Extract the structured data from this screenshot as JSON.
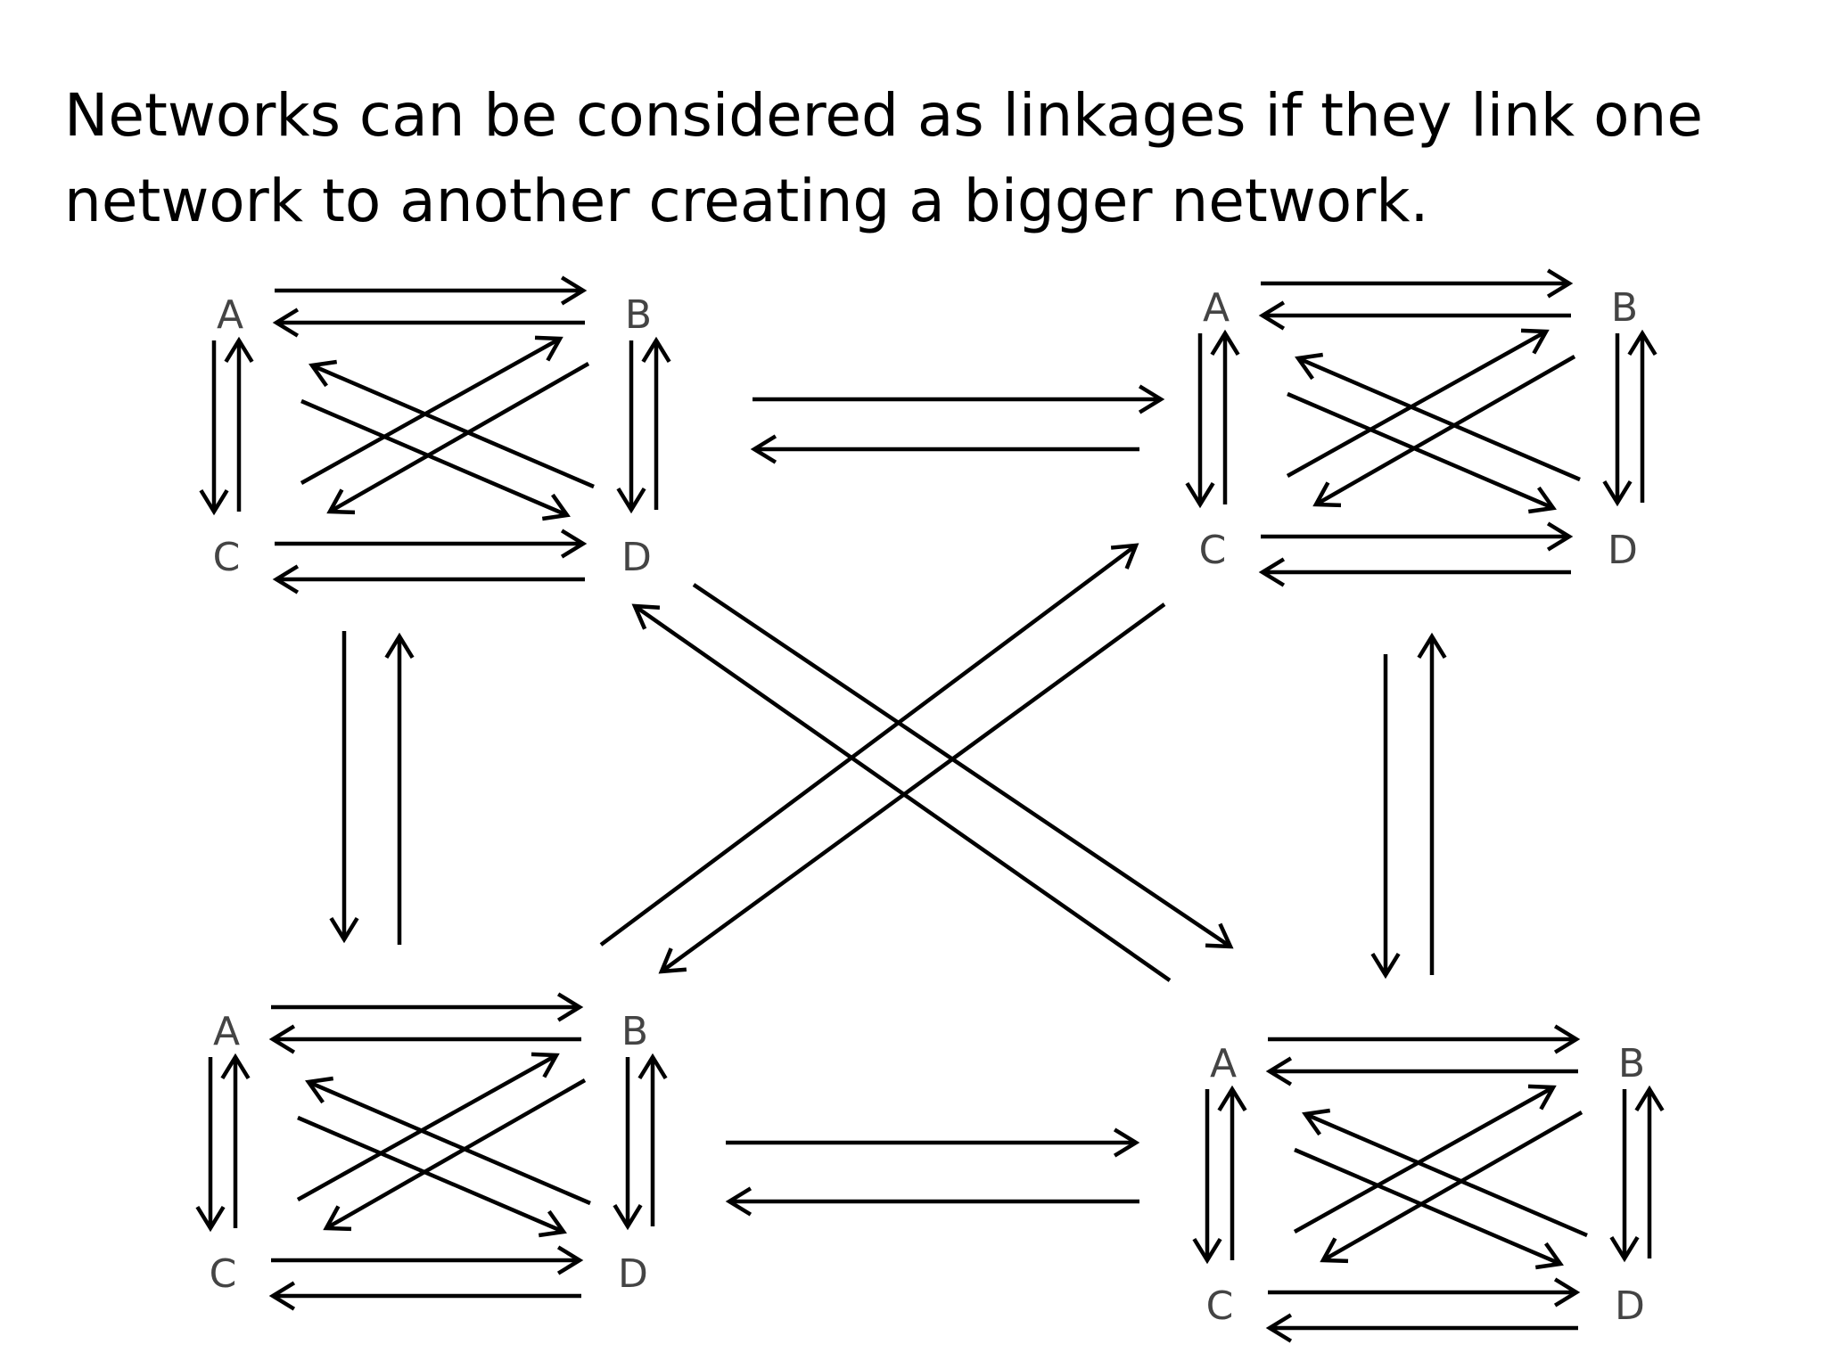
{
  "slide": {
    "text": "Networks can be considered as linkages if they link one network to another creating a bigger network."
  },
  "diagram": {
    "node_labels": [
      "A",
      "B",
      "C",
      "D"
    ],
    "networks": [
      {
        "id": "top-left",
        "nodes": [
          "A",
          "B",
          "C",
          "D"
        ]
      },
      {
        "id": "top-right",
        "nodes": [
          "A",
          "B",
          "C",
          "D"
        ]
      },
      {
        "id": "bottom-left",
        "nodes": [
          "A",
          "B",
          "C",
          "D"
        ]
      },
      {
        "id": "bottom-right",
        "nodes": [
          "A",
          "B",
          "C",
          "D"
        ]
      }
    ],
    "inner_links": [
      {
        "from": "A",
        "to": "B",
        "bidirectional": true
      },
      {
        "from": "C",
        "to": "D",
        "bidirectional": true
      },
      {
        "from": "A",
        "to": "C",
        "bidirectional": true
      },
      {
        "from": "B",
        "to": "D",
        "bidirectional": true
      },
      {
        "from": "A",
        "to": "D",
        "bidirectional": true
      },
      {
        "from": "B",
        "to": "C",
        "bidirectional": true
      }
    ],
    "network_links": [
      {
        "from": "top-left",
        "to": "top-right",
        "bidirectional": true
      },
      {
        "from": "bottom-left",
        "to": "bottom-right",
        "bidirectional": true
      },
      {
        "from": "top-left",
        "to": "bottom-left",
        "bidirectional": true
      },
      {
        "from": "top-right",
        "to": "bottom-right",
        "bidirectional": true
      },
      {
        "from": "top-left",
        "to": "bottom-right",
        "bidirectional": true
      },
      {
        "from": "top-right",
        "to": "bottom-left",
        "bidirectional": true
      }
    ],
    "colors": {
      "line": "#000000",
      "label": "#444444",
      "background": "#ffffff"
    }
  }
}
